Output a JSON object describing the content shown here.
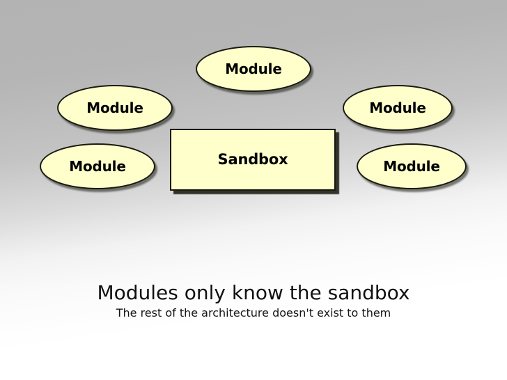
{
  "slide": {
    "background": {
      "type": "linear-gradient",
      "from_color": "#b3b3b3",
      "to_color": "#ffffff",
      "direction": "top-left-to-bottom-right"
    },
    "diagram": {
      "shape_fill_color": "#ffffcc",
      "shape_border_color": "#1a1a10",
      "shapes": [
        {
          "id": "mod-top",
          "kind": "ellipse",
          "label": "Module"
        },
        {
          "id": "mod-left-up",
          "kind": "ellipse",
          "label": "Module"
        },
        {
          "id": "mod-right-up",
          "kind": "ellipse",
          "label": "Module"
        },
        {
          "id": "mod-left-dn",
          "kind": "ellipse",
          "label": "Module"
        },
        {
          "id": "mod-right-dn",
          "kind": "ellipse",
          "label": "Module"
        },
        {
          "id": "sandbox",
          "kind": "rectangle",
          "label": "Sandbox"
        }
      ]
    },
    "caption": {
      "title": "Modules only know the sandbox",
      "subtitle": "The rest of the architecture doesn't exist to them"
    }
  }
}
